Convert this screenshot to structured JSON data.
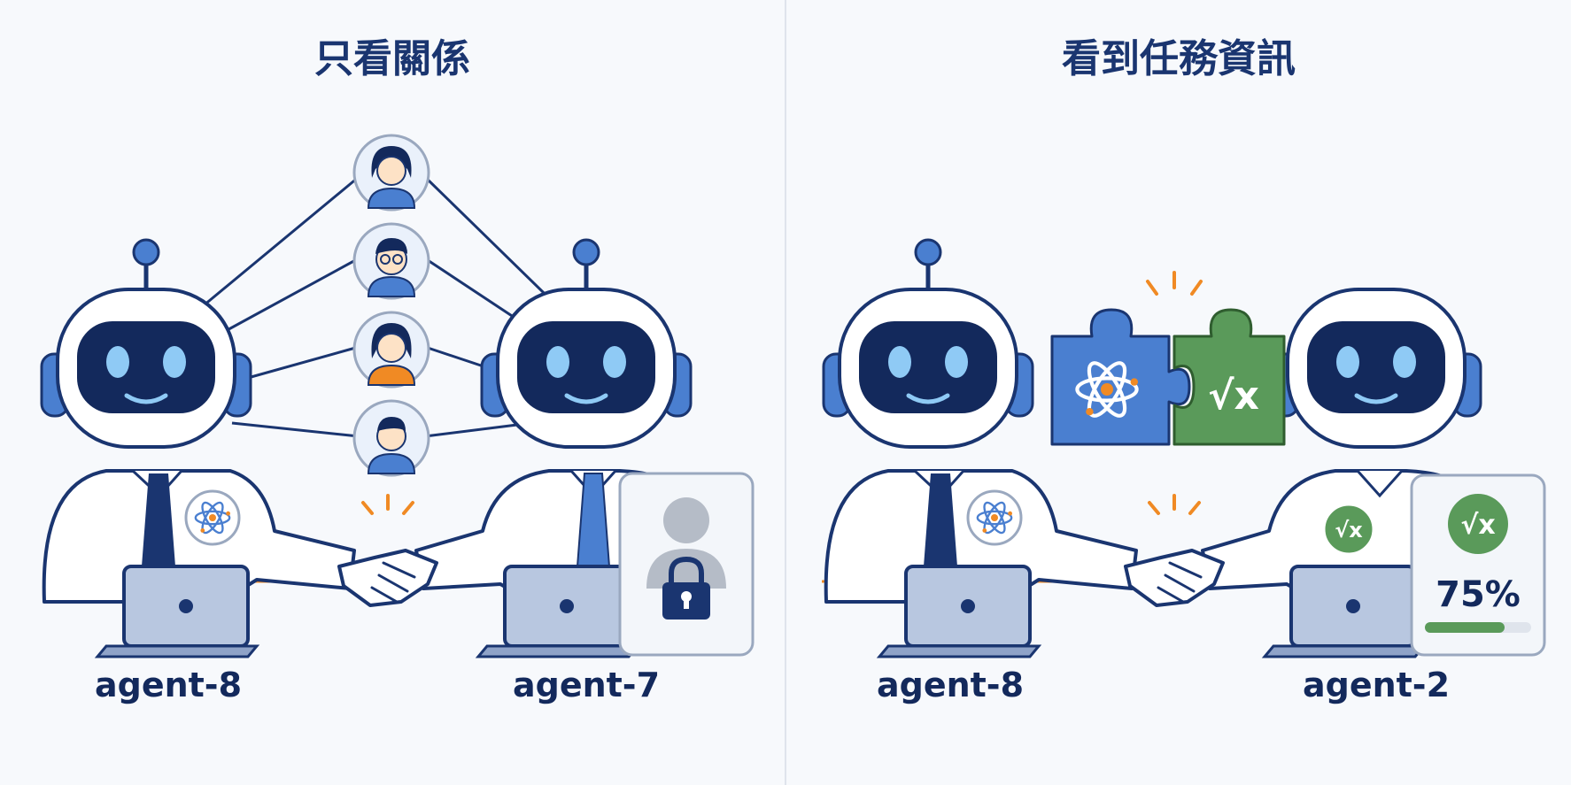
{
  "left_panel": {
    "title": "只看關係",
    "agents": [
      {
        "label": "agent-8"
      },
      {
        "label": "agent-7"
      }
    ],
    "people_icons": [
      "woman-avatar-icon",
      "man-glasses-avatar-icon",
      "woman-orange-avatar-icon",
      "boy-avatar-icon"
    ],
    "private_card_icon": "locked-profile-icon"
  },
  "right_panel": {
    "title": "看到任務資訊",
    "agents": [
      {
        "label": "agent-8"
      },
      {
        "label": "agent-2"
      }
    ],
    "puzzle_icons": [
      "atom-icon",
      "sqrt-x-icon"
    ],
    "skill_card": {
      "icon": "sqrt-x-icon",
      "percent_text": "75%",
      "progress": 0.75
    }
  },
  "colors": {
    "navy": "#1a3570",
    "robot_face": "#13295c",
    "eye": "#8fcaf5",
    "blue_accent": "#4a7fd0",
    "green_accent": "#5a9a5a",
    "orange_accent": "#f08a24"
  }
}
